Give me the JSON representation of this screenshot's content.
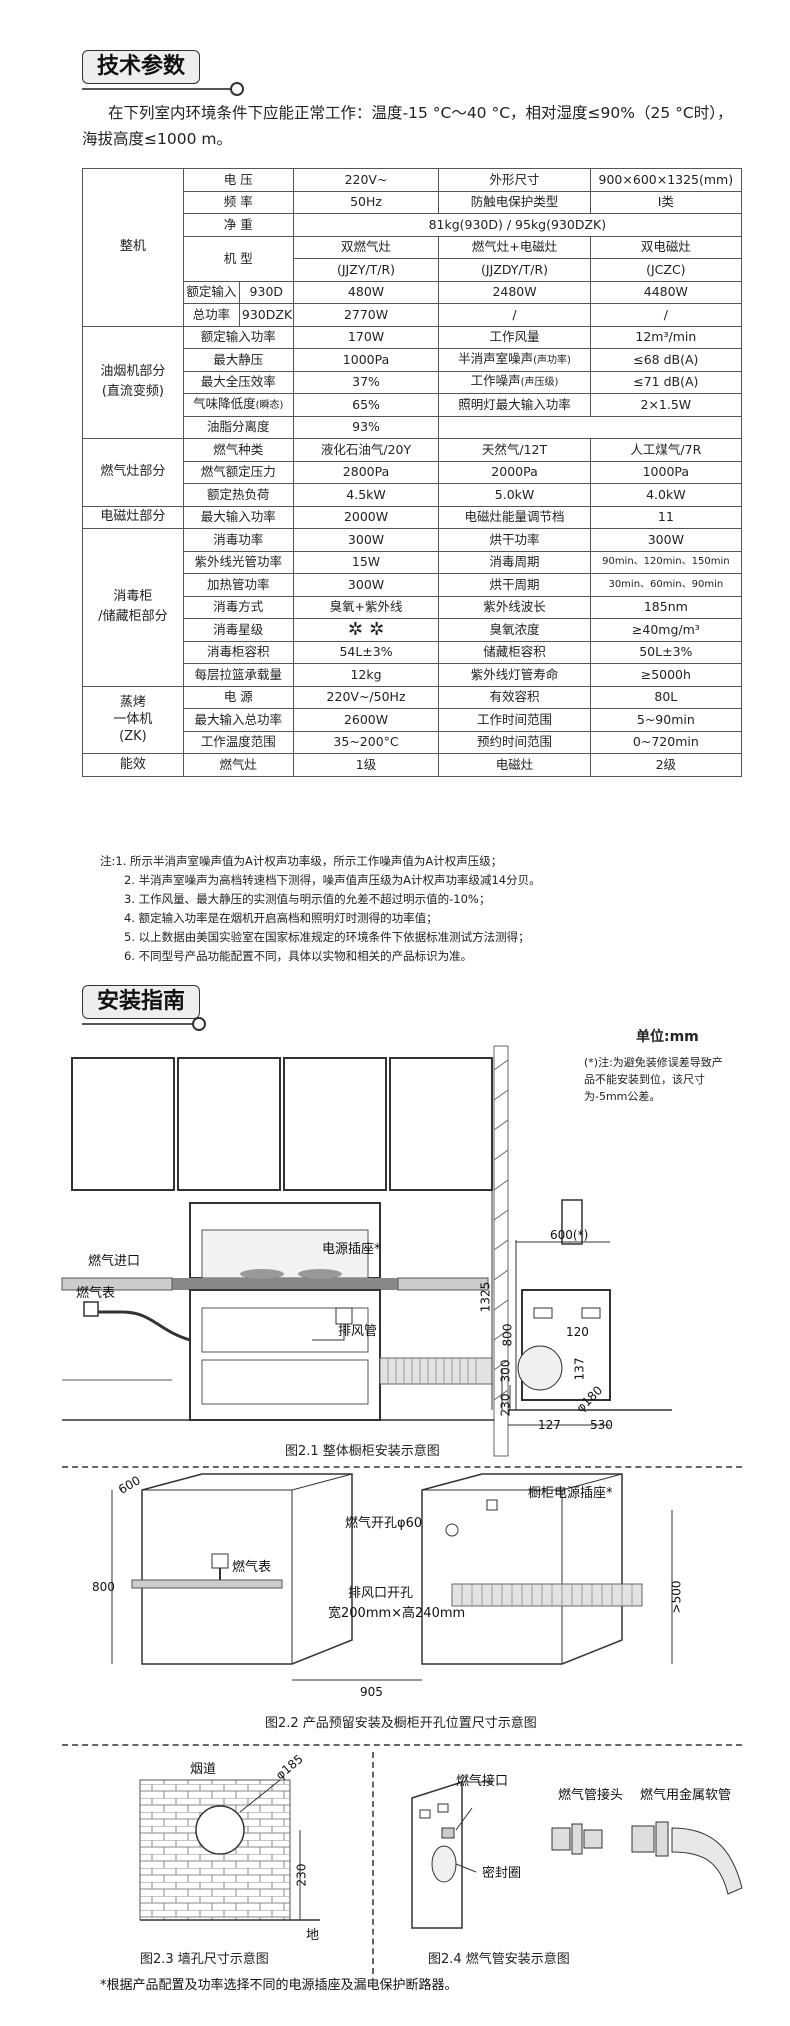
{
  "section1": {
    "title": "技术参数"
  },
  "intro": "在下列室内环境条件下应能正常工作：温度-15 °C〜40 °C，相对湿度≤90%（25 °C时），海拔高度≤1000 m。",
  "table": {
    "whole": {
      "group": "整机",
      "voltage_label": "电 压",
      "voltage": "220V~",
      "size_label": "外形尺寸",
      "size": "900×600×1325(mm)",
      "freq_label": "频 率",
      "freq": "50Hz",
      "shock_label": "防触电保护类型",
      "shock": "I类",
      "net_label": "净 重",
      "net": "81kg(930D) / 95kg(930DZK)",
      "model_label": "机 型",
      "model_a": "双燃气灶",
      "model_a2": "(JJZY/T/R)",
      "model_b": "燃气灶+电磁灶",
      "model_b2": "(JJZDY/T/R)",
      "model_c": "双电磁灶",
      "model_c2": "(JCZC)",
      "rated_label": "额定输入",
      "total_label": "总功率",
      "m1": "930D",
      "m1_a": "480W",
      "m1_b": "2480W",
      "m1_c": "4480W",
      "m2": "930DZK",
      "m2_a": "2770W",
      "m2_b": "/",
      "m2_c": "/"
    },
    "hood": {
      "group": "油烟机部分",
      "group2": "(直流变频)",
      "r1": [
        "额定输入功率",
        "170W",
        "工作风量",
        "12m³/min"
      ],
      "r2": [
        "最大静压",
        "1000Pa",
        "半消声室噪声",
        "(声功率)",
        "≤68 dB(A)"
      ],
      "r3": [
        "最大全压效率",
        "37%",
        "工作噪声",
        "(声压级)",
        "≤71 dB(A)"
      ],
      "r4": [
        "气味降低度",
        "(瞬态)",
        "65%",
        "照明灯最大输入功率",
        "2×1.5W"
      ],
      "r5": [
        "油脂分离度",
        "93%"
      ]
    },
    "gas": {
      "group": "燃气灶部分",
      "r1": [
        "燃气种类",
        "液化石油气/20Y",
        "天然气/12T",
        "人工煤气/7R"
      ],
      "r2": [
        "燃气额定压力",
        "2800Pa",
        "2000Pa",
        "1000Pa"
      ],
      "r3": [
        "额定热负荷",
        "4.5kW",
        "5.0kW",
        "4.0kW"
      ]
    },
    "induction": {
      "group": "电磁灶部分",
      "r1": [
        "最大输入功率",
        "2000W",
        "电磁灶能量调节档",
        "11"
      ]
    },
    "steril": {
      "group": "消毒柜",
      "group2": "/储藏柜部分",
      "r1": [
        "消毒功率",
        "300W",
        "烘干功率",
        "300W"
      ],
      "r2": [
        "紫外线光管功率",
        "15W",
        "消毒周期",
        "90min、120min、150min"
      ],
      "r3": [
        "加热管功率",
        "300W",
        "烘干周期",
        "30min、60min、90min"
      ],
      "r4": [
        "消毒方式",
        "臭氧+紫外线",
        "紫外线波长",
        "185nm"
      ],
      "r5": [
        "消毒星级",
        "✲ ✲",
        "臭氧浓度",
        "≥40mg/m³"
      ],
      "r6": [
        "消毒柜容积",
        "54L±3%",
        "储藏柜容积",
        "50L±3%"
      ],
      "r7": [
        "每层拉篮承载量",
        "12kg",
        "紫外线灯管寿命",
        "≥5000h"
      ]
    },
    "steam": {
      "group": "蒸烤",
      "group2": "一体机",
      "group3": "(ZK)",
      "r1": [
        "电 源",
        "220V~/50Hz",
        "有效容积",
        "80L"
      ],
      "r2": [
        "最大输入总功率",
        "2600W",
        "工作时间范围",
        "5~90min"
      ],
      "r3": [
        "工作温度范围",
        "35~200°C",
        "预约时间范围",
        "0~720min"
      ]
    },
    "energy": {
      "group": "能效",
      "r1": [
        "燃气灶",
        "1级",
        "电磁灶",
        "2级"
      ]
    }
  },
  "notes": [
    "注:1.  所示半消声室噪声值为A计权声功率级，所示工作噪声值为A计权声压级；",
    "2.  半消声室噪声为高档转速档下测得，噪声值声压级为A计权声功率级减14分贝。",
    "3.  工作风量、最大静压的实测值与明示值的允差不超过明示值的-10%；",
    "4.  额定输入功率是在烟机开启高档和照明灯时测得的功率值；",
    "5.  以上数据由美国实验室在国家标准规定的环境条件下依据标准测试方法测得；",
    "6.  不同型号产品功能配置不同，具体以实物和相关的产品标识为准。"
  ],
  "section2": {
    "title": "安装指南"
  },
  "unit": "单位:mm",
  "side_note": "(*)注:为避免装修误差导致产品不能安装到位，该尺寸为-5mm公差。",
  "fig1": {
    "gas_inlet": "燃气进口",
    "gas_meter": "燃气表",
    "socket": "电源插座*",
    "exhaust": "排风管",
    "dim_600": "600(*)",
    "dim_1325": "1325",
    "dim_800": "800",
    "dim_300": "300",
    "dim_230": "230",
    "dim_120": "120",
    "dim_137": "137",
    "dim_180": "φ180",
    "dim_127": "127",
    "dim_530": "530",
    "caption": "图2.1  整体橱柜安装示意图"
  },
  "fig2": {
    "dim_600": "600",
    "dim_800": "800",
    "gas_meter": "燃气表",
    "gas_hole": "燃气开孔φ60",
    "exhaust_hole": "排风口开孔",
    "exhaust_size": "宽200mm×高240mm",
    "socket": "橱柜电源插座*",
    "dim_500": ">500",
    "dim_905": "905",
    "caption": "图2.2  产品预留安装及橱柜开孔位置尺寸示意图"
  },
  "fig3": {
    "flue": "烟道",
    "dim_185": "φ185",
    "dim_230": "230",
    "floor": "地",
    "caption": "图2.3 墙孔尺寸示意图"
  },
  "fig4": {
    "gas_port": "燃气接口",
    "seal": "密封圈",
    "connector": "燃气管接头",
    "hose": "燃气用金属软管",
    "caption": "图2.4 燃气管安装示意图"
  },
  "footnote": "*根据产品配置及功率选择不同的电源插座及漏电保护断路器。"
}
